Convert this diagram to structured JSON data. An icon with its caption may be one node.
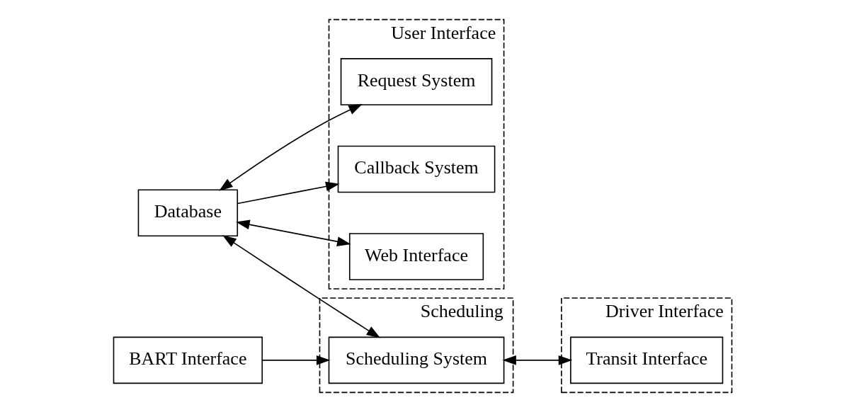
{
  "diagram": {
    "nodes": [
      {
        "text": [
          "User Interface"
        ]
      },
      {
        "text": [
          "Request System"
        ],
        "in": 0
      },
      {
        "text": [
          "Callback System"
        ],
        "in": 0
      },
      {
        "text": [
          "Web Interface"
        ],
        "in": 0
      },
      {
        "text": [
          "Scheduling"
        ]
      },
      {
        "text": [
          "Database"
        ]
      },
      {
        "text": [
          "Scheduling System"
        ],
        "in": 4
      },
      {
        "text": [
          "Driver Interface"
        ]
      },
      {
        "text": [
          "Transit Interface"
        ],
        "in": 7
      },
      {
        "text": [
          "BART Interface"
        ]
      }
    ],
    "edges": [
      {
        "from": 1,
        "to": 5,
        "arrow": "both"
      },
      {
        "from": 5,
        "to": 2,
        "arrow": "to"
      },
      {
        "from": 5,
        "to": 3,
        "arrow": "both"
      },
      {
        "from": 5,
        "to": 6,
        "arrow": "both"
      },
      {
        "from": 6,
        "to": 8,
        "arrow": "both"
      },
      {
        "from": 9,
        "to": 6,
        "arrow": "to"
      }
    ]
  }
}
